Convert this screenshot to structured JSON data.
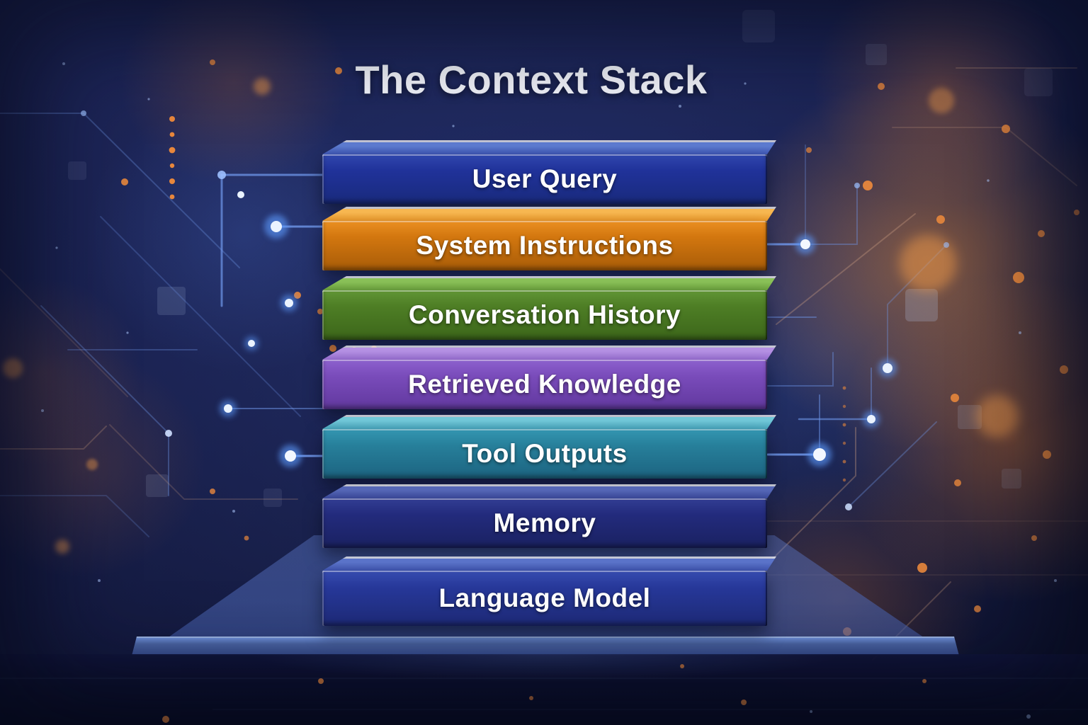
{
  "title": "The Context Stack",
  "diagram_type": "layer-stack",
  "layers": [
    {
      "label": "User Query",
      "colors": {
        "front": "#20329a",
        "frontLight": "#2e44ab",
        "frontDark": "#192a7c",
        "top": "#3f57b6",
        "topLight": "#5d7bd0"
      }
    },
    {
      "label": "System Instructions",
      "colors": {
        "front": "#d3770f",
        "frontLight": "#e78c1f",
        "frontDark": "#a85c08",
        "top": "#ee9b2b",
        "topLight": "#f8b851"
      }
    },
    {
      "label": "Conversation History",
      "colors": {
        "front": "#4e7e25",
        "frontLight": "#5e9233",
        "frontDark": "#3c661a",
        "top": "#6ca33d",
        "topLight": "#8ac158"
      }
    },
    {
      "label": "Retrieved Knowledge",
      "colors": {
        "front": "#7a4cbb",
        "frontLight": "#8a5ecb",
        "frontDark": "#61389e",
        "top": "#9a70d5",
        "topLight": "#b591e4"
      }
    },
    {
      "label": "Tool Outputs",
      "colors": {
        "front": "#27809b",
        "frontLight": "#3293ae",
        "frontDark": "#1c6380",
        "top": "#48a6bd",
        "topLight": "#71c8d9"
      }
    },
    {
      "label": "Memory",
      "colors": {
        "front": "#232b7d",
        "frontLight": "#303b90",
        "frontDark": "#1a2161",
        "top": "#3c4b9e",
        "topLight": "#5668b8"
      }
    },
    {
      "label": "Language Model",
      "colors": {
        "front": "#273899",
        "frontLight": "#3448ac",
        "frontDark": "#1e2b7a",
        "top": "#4055b2",
        "topLight": "#5b74ca"
      }
    }
  ],
  "background": {
    "base": "#121836",
    "accent_blue": "#5d9bff",
    "accent_orange": "#e8873c",
    "platform": "#4a67b8"
  }
}
